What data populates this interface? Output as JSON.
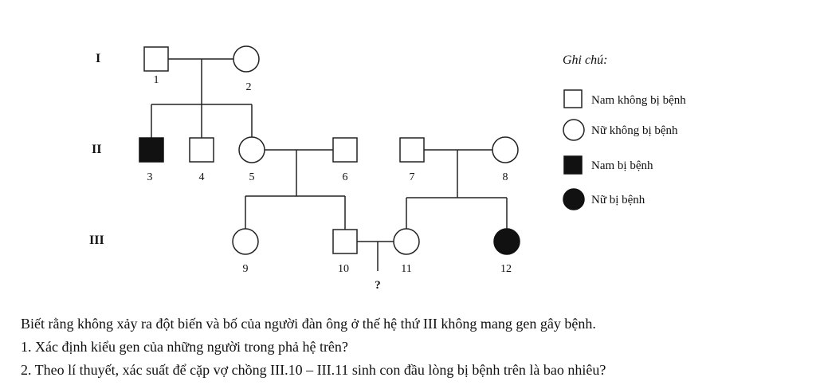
{
  "generations": [
    {
      "id": "gen-1",
      "label": "I"
    },
    {
      "id": "gen-2",
      "label": "II"
    },
    {
      "id": "gen-3",
      "label": "III"
    }
  ],
  "individuals": [
    {
      "id": "1",
      "label": "1",
      "sex": "male",
      "affected": false
    },
    {
      "id": "2",
      "label": "2",
      "sex": "female",
      "affected": false
    },
    {
      "id": "3",
      "label": "3",
      "sex": "male",
      "affected": true
    },
    {
      "id": "4",
      "label": "4",
      "sex": "male",
      "affected": false
    },
    {
      "id": "5",
      "label": "5",
      "sex": "female",
      "affected": false
    },
    {
      "id": "6",
      "label": "6",
      "sex": "male",
      "affected": false
    },
    {
      "id": "7",
      "label": "7",
      "sex": "male",
      "affected": false
    },
    {
      "id": "8",
      "label": "8",
      "sex": "female",
      "affected": false
    },
    {
      "id": "9",
      "label": "9",
      "sex": "female",
      "affected": false
    },
    {
      "id": "10",
      "label": "10",
      "sex": "male",
      "affected": false
    },
    {
      "id": "11",
      "label": "11",
      "sex": "female",
      "affected": false
    },
    {
      "id": "12",
      "label": "12",
      "sex": "female",
      "affected": true
    }
  ],
  "unions": [
    {
      "partners": [
        "1",
        "2"
      ],
      "children": [
        "3",
        "4",
        "5"
      ]
    },
    {
      "partners": [
        "5",
        "6"
      ],
      "children": [
        "9",
        "10"
      ]
    },
    {
      "partners": [
        "7",
        "8"
      ],
      "children": [
        "11",
        "12"
      ]
    },
    {
      "partners": [
        "10",
        "11"
      ],
      "children": [
        "?"
      ]
    }
  ],
  "unknown_child": {
    "label": "?"
  },
  "legend": {
    "title": "Ghi chú:",
    "items": [
      {
        "symbol": "male-unaffected",
        "text": "Nam không bị bệnh"
      },
      {
        "symbol": "female-unaffected",
        "text": "Nữ không bị bệnh"
      },
      {
        "symbol": "male-affected",
        "text": "Nam bị bệnh"
      },
      {
        "symbol": "female-affected",
        "text": "Nữ bị bệnh"
      }
    ]
  },
  "problem": {
    "intro": "Biết rằng không xảy ra đột biến và bố của người đàn ông ở thế hệ thứ III không mang gen gây bệnh.",
    "question_1": "1. Xác định kiểu gen của những người trong phả hệ trên?",
    "question_2": "2. Theo lí thuyết, xác suất để cặp vợ chồng III.10 – III.11 sinh con đầu lòng bị bệnh trên là bao nhiêu?"
  },
  "colors": {
    "affected": "#111111",
    "unaffected": "#ffffff",
    "line": "#222222"
  }
}
